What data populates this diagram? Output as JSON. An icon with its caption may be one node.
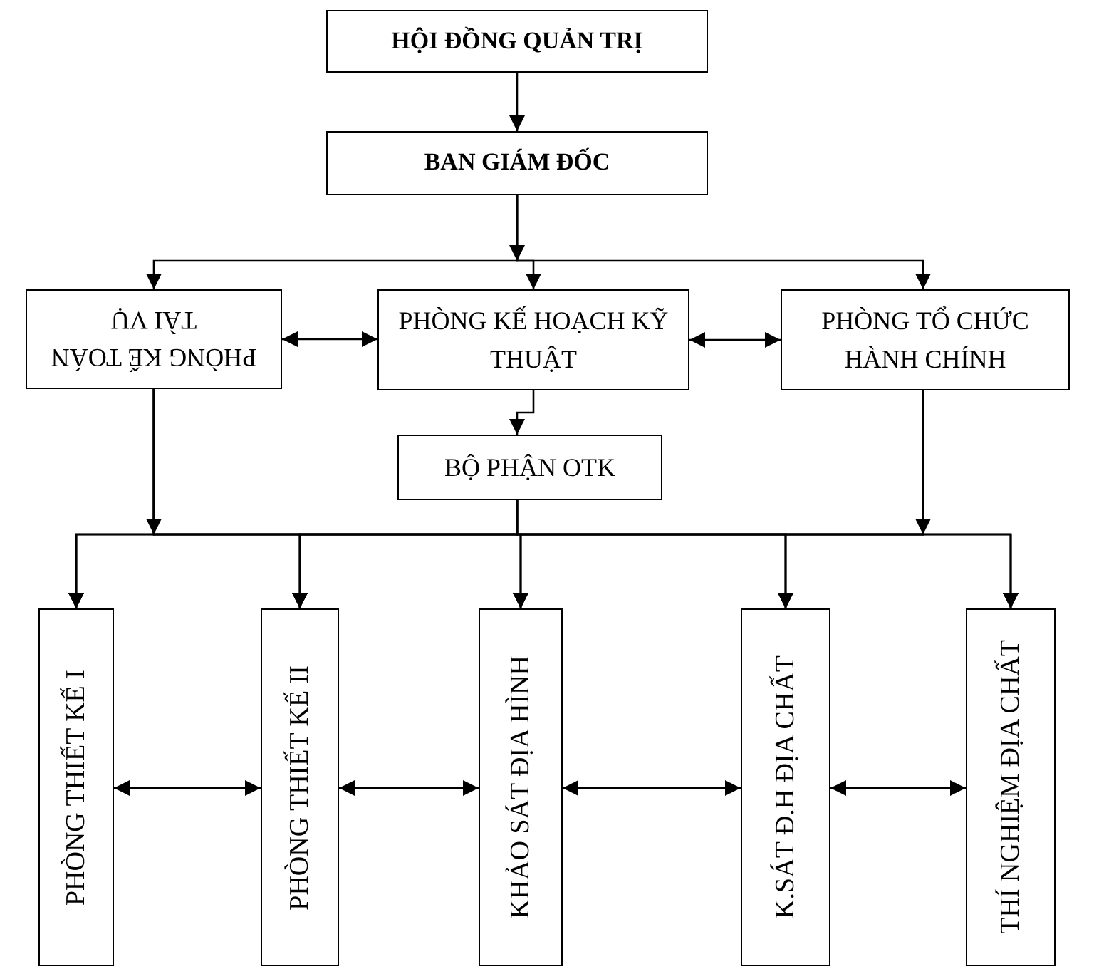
{
  "diagram": {
    "nodes": [
      {
        "text": [
          "HỘI ĐỒNG QUẢN TRỊ"
        ]
      },
      {
        "text": [
          "BAN GIÁM ĐỐC"
        ]
      },
      {
        "text": [
          "PHÒNG KẾ TOÁN TÀI VỤ"
        ]
      },
      {
        "text": [
          "PHÒNG KẾ HOẠCH KỸ THUẬT"
        ]
      },
      {
        "text": [
          "PHÒNG TỔ CHỨC HÀNH CHÍNH"
        ]
      },
      {
        "text": [
          "BỘ PHẬN OTK"
        ]
      },
      {
        "text": [
          "PHÒNG THIẾT KẾ I"
        ]
      },
      {
        "text": [
          "PHÒNG THIẾT KẾ II"
        ]
      },
      {
        "text": [
          "KHẢO SÁT ĐỊA HÌNH"
        ]
      },
      {
        "text": [
          "K.SÁT Đ.H ĐỊA CHẤT"
        ]
      },
      {
        "text": [
          "THÍ NGHIỆM ĐỊA CHẤT"
        ]
      }
    ],
    "edges": [
      {
        "from": 0,
        "to": 1,
        "arrow": "to"
      },
      {
        "from": 1,
        "to": 2,
        "arrow": "to"
      },
      {
        "from": 1,
        "to": 3,
        "arrow": "to"
      },
      {
        "from": 1,
        "to": 4,
        "arrow": "to"
      },
      {
        "from": 2,
        "to": 3,
        "arrow": "both"
      },
      {
        "from": 3,
        "to": 4,
        "arrow": "both"
      },
      {
        "from": 3,
        "to": 5,
        "arrow": "to"
      },
      {
        "from": 2,
        "to": 6,
        "arrow": "to"
      },
      {
        "from": 2,
        "to": 7,
        "arrow": "to"
      },
      {
        "from": 2,
        "to": 8,
        "arrow": "to"
      },
      {
        "from": 2,
        "to": 9,
        "arrow": "to"
      },
      {
        "from": 2,
        "to": 10,
        "arrow": "to"
      },
      {
        "from": 5,
        "to": 6,
        "arrow": "to"
      },
      {
        "from": 5,
        "to": 7,
        "arrow": "to"
      },
      {
        "from": 5,
        "to": 8,
        "arrow": "to"
      },
      {
        "from": 5,
        "to": 9,
        "arrow": "to"
      },
      {
        "from": 5,
        "to": 10,
        "arrow": "to"
      },
      {
        "from": 4,
        "to": 6,
        "arrow": "to"
      },
      {
        "from": 4,
        "to": 7,
        "arrow": "to"
      },
      {
        "from": 4,
        "to": 8,
        "arrow": "to"
      },
      {
        "from": 4,
        "to": 9,
        "arrow": "to"
      },
      {
        "from": 4,
        "to": 10,
        "arrow": "to"
      },
      {
        "from": 6,
        "to": 7,
        "arrow": "both"
      },
      {
        "from": 7,
        "to": 8,
        "arrow": "both"
      },
      {
        "from": 8,
        "to": 9,
        "arrow": "both"
      },
      {
        "from": 9,
        "to": 10,
        "arrow": "both"
      }
    ]
  }
}
